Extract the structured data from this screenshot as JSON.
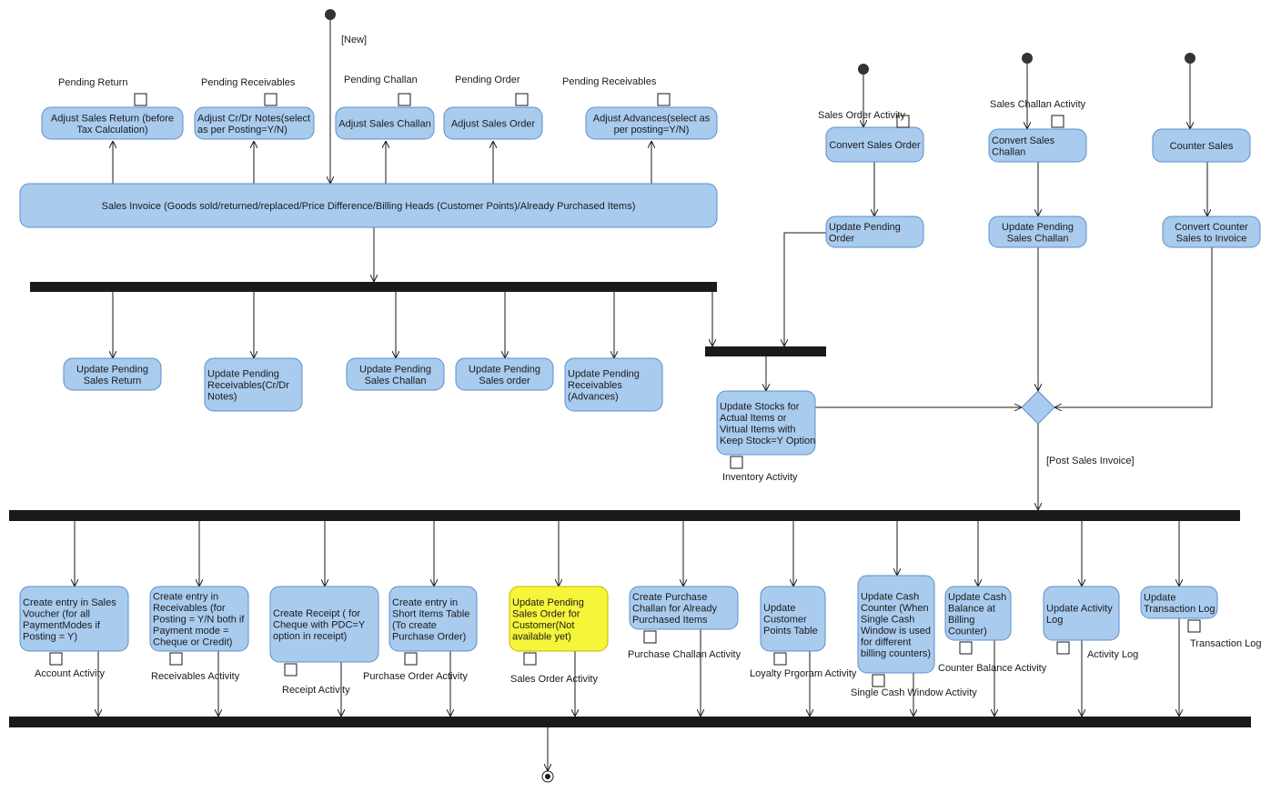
{
  "guards": {
    "new": "[New]",
    "post_sales_invoice": "[Post Sales Invoice]"
  },
  "activities": {
    "adjust_sales_return": [
      "Adjust Sales Return  (before",
      "Tax Calculation)"
    ],
    "adjust_crdr_notes": [
      "Adjust Cr/Dr Notes(select",
      "as per Posting=Y/N)"
    ],
    "adjust_sales_challan": [
      "Adjust Sales Challan"
    ],
    "adjust_sales_order": [
      "Adjust Sales Order"
    ],
    "adjust_advances": [
      "Adjust Advances(select as",
      "per posting=Y/N)"
    ],
    "sales_invoice": [
      "Sales Invoice (Goods sold/returned/replaced/Price Difference/Billing Heads (Customer Points)/Already Purchased Items)"
    ],
    "update_pending_sales_return": [
      "Update Pending",
      "Sales Return"
    ],
    "update_pending_receivables_crdr": [
      "Update Pending",
      "Receivables(Cr/Dr",
      "Notes)"
    ],
    "update_pending_sales_challan": [
      "Update Pending",
      "Sales Challan"
    ],
    "update_pending_sales_order": [
      "Update Pending",
      "Sales order"
    ],
    "update_pending_receivables_adv": [
      "Update Pending",
      "Receivables",
      "(Advances)"
    ],
    "convert_sales_order": [
      "Convert Sales Order"
    ],
    "convert_sales_challan": [
      "Convert Sales",
      "Challan"
    ],
    "counter_sales": [
      "Counter Sales"
    ],
    "update_pending_order": [
      "Update Pending",
      "Order"
    ],
    "update_pending_sales_challan2": [
      "Update Pending",
      "Sales Challan"
    ],
    "convert_counter_sales": [
      "Convert Counter",
      "Sales to Invoice"
    ],
    "update_stocks": [
      "Update Stocks for",
      "Actual Items or",
      "Virtual Items with",
      "Keep Stock=Y Option"
    ],
    "create_entry_sales_voucher": [
      "Create entry in Sales",
      "Voucher (for all",
      "PaymentModes if",
      "Posting = Y)"
    ],
    "create_entry_receivables": [
      "Create entry in",
      "Receivables  (for",
      "Posting = Y/N both if",
      "Payment mode =",
      "Cheque or Credit)"
    ],
    "create_receipt": [
      "Create Receipt ( for",
      "Cheque with PDC=Y",
      "option in receipt)"
    ],
    "create_entry_short_items": [
      "Create entry in",
      "Short Items  Table",
      "(To create",
      "Purchase Order)"
    ],
    "update_pending_sales_order_cust": [
      "Update Pending",
      "Sales Order for",
      "Customer(Not",
      "available yet)"
    ],
    "create_purchase_challan": [
      "Create Purchase",
      "Challan for Already",
      "Purchased Items"
    ],
    "update_customer_points": [
      "Update",
      "Customer",
      "Points  Table"
    ],
    "update_cash_counter": [
      "Update Cash",
      "Counter (When",
      "Single Cash",
      "Window is used",
      "for different",
      "billing counters)"
    ],
    "update_cash_balance": [
      "Update Cash",
      "Balance at",
      "Billing",
      "Counter)"
    ],
    "update_activity_log": [
      "Update Activity",
      "Log"
    ],
    "update_transaction_log": [
      "Update",
      "Transaction Log"
    ]
  },
  "pin_labels": {
    "pending_return": "Pending Return",
    "pending_receivables_1": "Pending Receivables",
    "pending_challan": "Pending Challan",
    "pending_order": "Pending Order",
    "pending_receivables_2": "Pending Receivables",
    "sales_order_activity_top": "Sales Order Activity",
    "sales_challan_activity": "Sales Challan Activity",
    "inventory_activity": "Inventory Activity",
    "account_activity": "Account Activity",
    "receivables_activity": "Receivables Activity",
    "receipt_activity": "Receipt Activity",
    "purchase_order_activity": "Purchase Order Activity",
    "sales_order_activity_bottom": "Sales Order Activity",
    "purchase_challan_activity": "Purchase Challan Activity",
    "loyalty_program_activity": "Loyalty Prgoram Activity",
    "single_cash_window_activity": "Single Cash Window Activity",
    "counter_balance_activity": "Counter Balance Activity",
    "activity_log": "Activity Log",
    "transaction_log": "Transaction Log"
  },
  "colors": {
    "activity_fill": "#a9cbee",
    "activity_border": "#5b8fc9",
    "highlight_fill": "#f5f53a",
    "bar": "#1a1a1a"
  }
}
